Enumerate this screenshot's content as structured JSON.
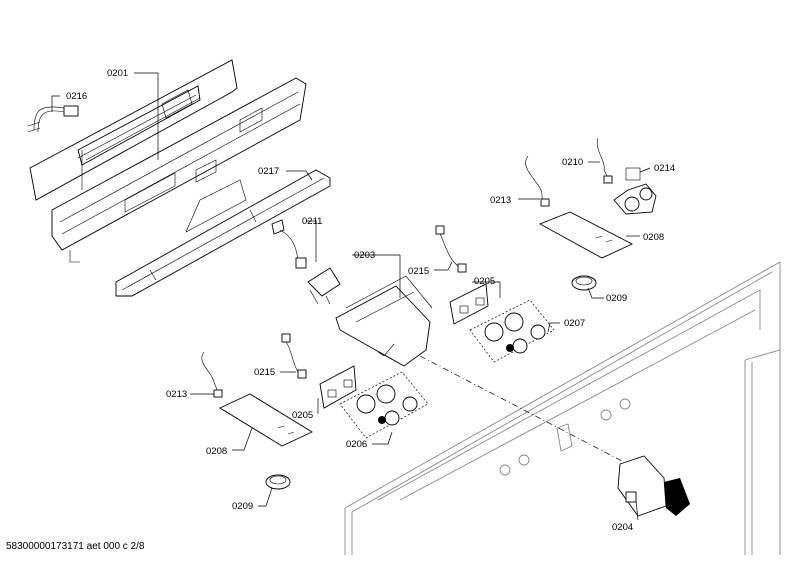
{
  "labels": {
    "l0201": "0201",
    "l0216": "0216",
    "l0217": "0217",
    "l0211": "0211",
    "l0203": "0203",
    "l0215a": "0215",
    "l0215b": "0215",
    "l0205a": "0205",
    "l0205b": "0205",
    "l0207": "0207",
    "l0206": "0206",
    "l0213a": "0213",
    "l0213b": "0213",
    "l0210": "0210",
    "l0214": "0214",
    "l0208a": "0208",
    "l0208b": "0208",
    "l0209a": "0209",
    "l0209b": "0209",
    "l0204": "0204"
  },
  "footer": "58300000173171 aet 000 c 2/8"
}
